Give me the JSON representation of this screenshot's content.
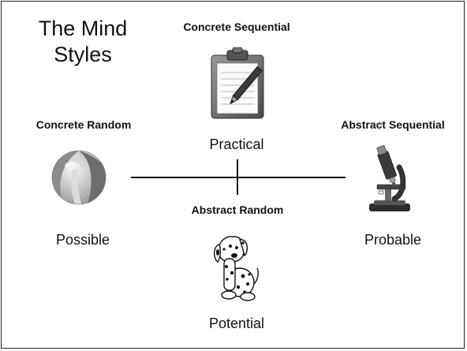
{
  "slide": {
    "title": "The Mind Styles"
  },
  "styles": {
    "concrete_sequential": {
      "name": "Concrete Sequential",
      "word": "Practical",
      "icon": "clipboard-icon"
    },
    "concrete_random": {
      "name": "Concrete Random",
      "word": "Possible",
      "icon": "beach-ball-icon"
    },
    "abstract_sequential": {
      "name": "Abstract Sequential",
      "word": "Probable",
      "icon": "microscope-icon"
    },
    "abstract_random": {
      "name": "Abstract Random",
      "word": "Potential",
      "icon": "dalmatian-dog-icon"
    }
  }
}
